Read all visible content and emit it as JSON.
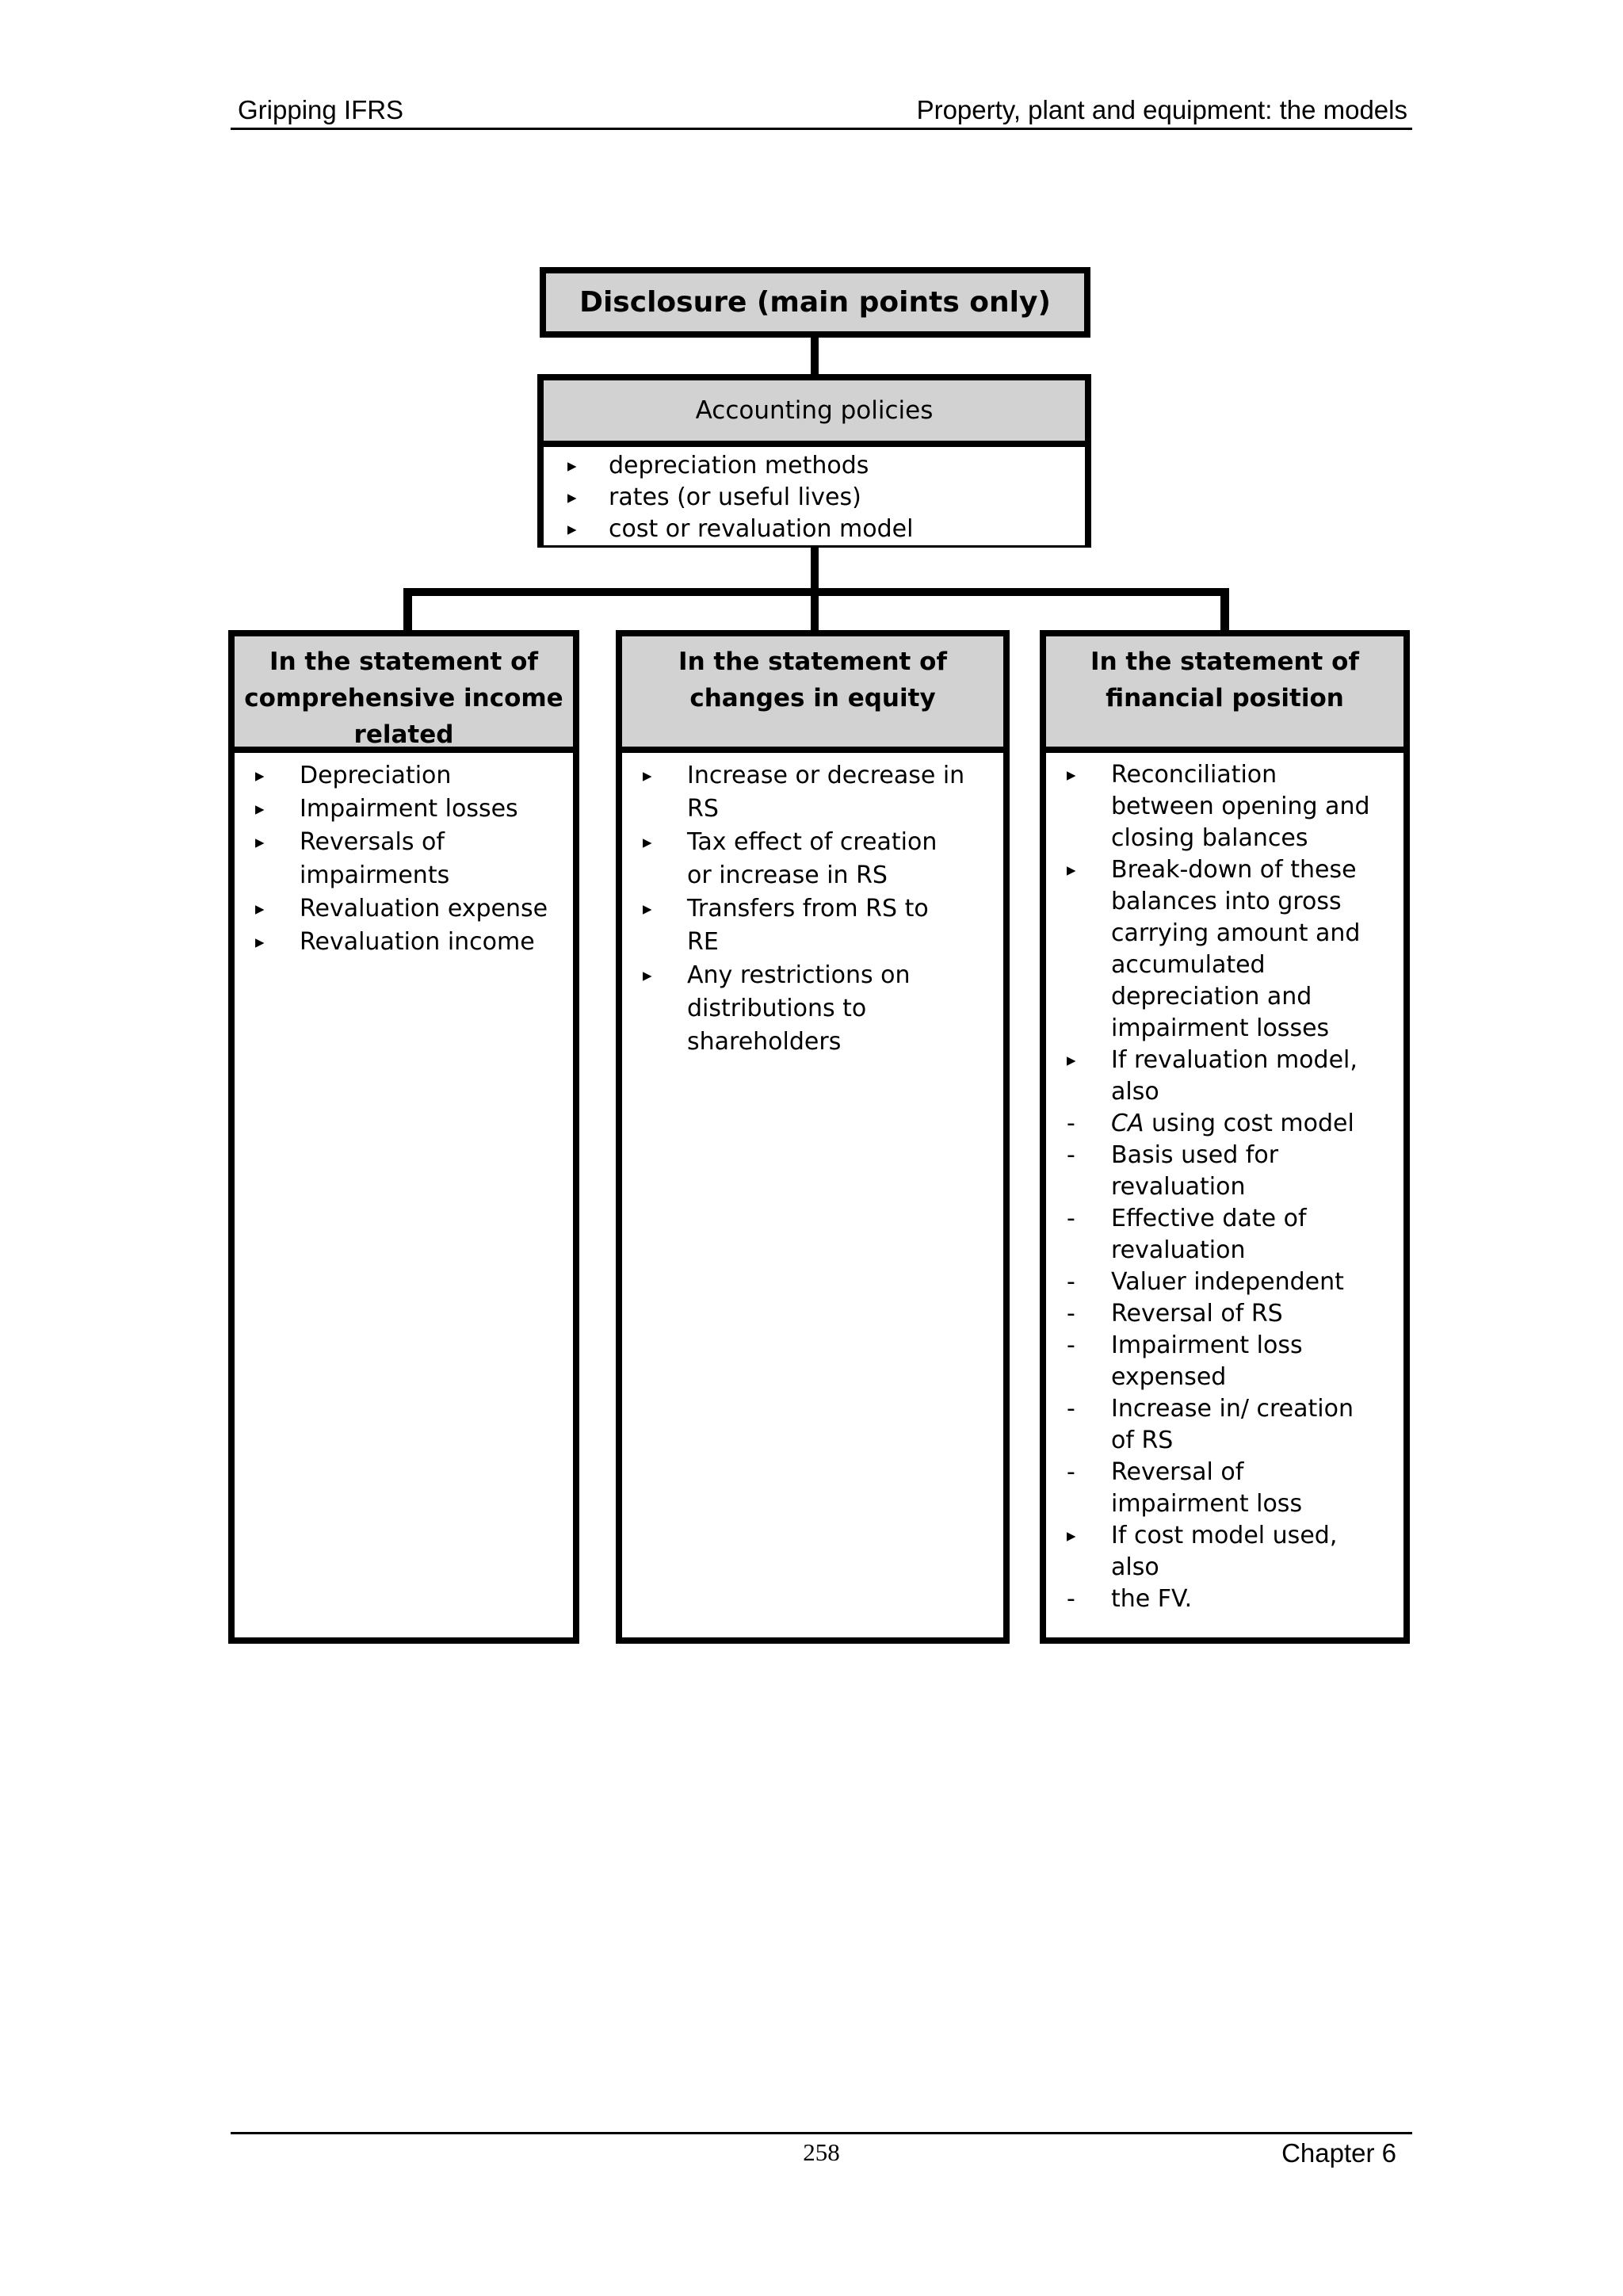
{
  "header": {
    "left": "Gripping IFRS",
    "right": "Property, plant and equipment: the models"
  },
  "footer": {
    "page_number": "258",
    "chapter": "Chapter 6"
  },
  "diagram": {
    "title": "Disclosure (main points only)",
    "bullets": {
      "arrow": "▸",
      "dash": "-"
    },
    "colors": {
      "box_fill": "#d2d2d2",
      "line": "#000000"
    },
    "accounting": {
      "header": "Accounting policies",
      "items": [
        "depreciation methods",
        "rates (or useful lives)",
        "cost or revaluation model"
      ]
    },
    "columns": [
      {
        "header": "In the statement of\ncomprehensive income\nrelated",
        "items": [
          {
            "bullet": "arrow",
            "text": "Depreciation"
          },
          {
            "bullet": "arrow",
            "text": "Impairment losses"
          },
          {
            "bullet": "arrow",
            "text": "Reversals of\nimpairments"
          },
          {
            "bullet": "arrow",
            "text": "Revaluation expense"
          },
          {
            "bullet": "arrow",
            "text": "Revaluation income"
          }
        ]
      },
      {
        "header": "In the statement of\nchanges in equity",
        "items": [
          {
            "bullet": "arrow",
            "text": "Increase or decrease in\nRS"
          },
          {
            "bullet": "arrow",
            "text": "Tax effect of creation\nor increase in RS"
          },
          {
            "bullet": "arrow",
            "text": "Transfers from RS to\nRE"
          },
          {
            "bullet": "arrow",
            "text": "Any restrictions on\ndistributions to\nshareholders"
          }
        ]
      },
      {
        "header": "In the statement of\nfinancial position",
        "items": [
          {
            "bullet": "arrow",
            "text": "Reconciliation\nbetween opening and\nclosing balances"
          },
          {
            "bullet": "arrow",
            "text": "Break-down of these\nbalances into gross\ncarrying amount and\naccumulated\ndepreciation and\nimpairment losses"
          },
          {
            "bullet": "arrow",
            "text": "If revaluation model,\nalso"
          },
          {
            "bullet": "dash",
            "text_italic": "CA",
            "text_rest": " using cost model"
          },
          {
            "bullet": "dash",
            "text": "Basis used for\nrevaluation"
          },
          {
            "bullet": "dash",
            "text": "Effective date of\nrevaluation"
          },
          {
            "bullet": "dash",
            "text": "Valuer independent"
          },
          {
            "bullet": "dash",
            "text": "Reversal of RS"
          },
          {
            "bullet": "dash",
            "text": "Impairment loss\nexpensed"
          },
          {
            "bullet": "dash",
            "text": "Increase in/ creation\nof RS"
          },
          {
            "bullet": "dash",
            "text": "Reversal of\nimpairment loss"
          },
          {
            "bullet": "arrow",
            "text": "If cost model used,\nalso"
          },
          {
            "bullet": "dash",
            "text": "the FV."
          }
        ]
      }
    ]
  }
}
